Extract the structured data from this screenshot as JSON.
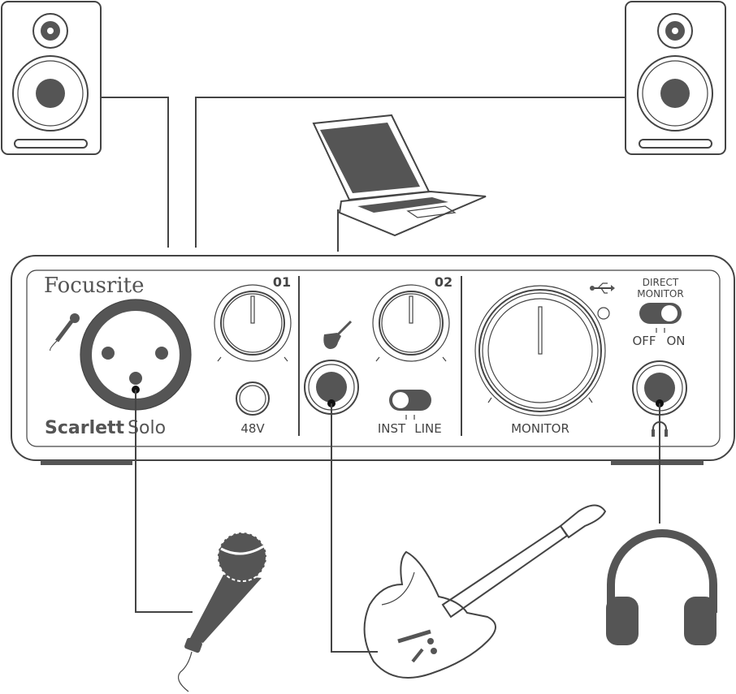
{
  "device": {
    "brand": "Focusrite",
    "model_bold": "Scarlett",
    "model_light": "Solo",
    "channel1": "01",
    "channel2": "02",
    "phantom_label": "48V",
    "inst_label": "INST",
    "line_label": "LINE",
    "monitor_label": "MONITOR",
    "direct_monitor_line1": "DIRECT",
    "direct_monitor_line2": "MONITOR",
    "off_label": "OFF",
    "on_label": "ON"
  },
  "colors": {
    "ink": "#444444",
    "fill": "#555555"
  }
}
